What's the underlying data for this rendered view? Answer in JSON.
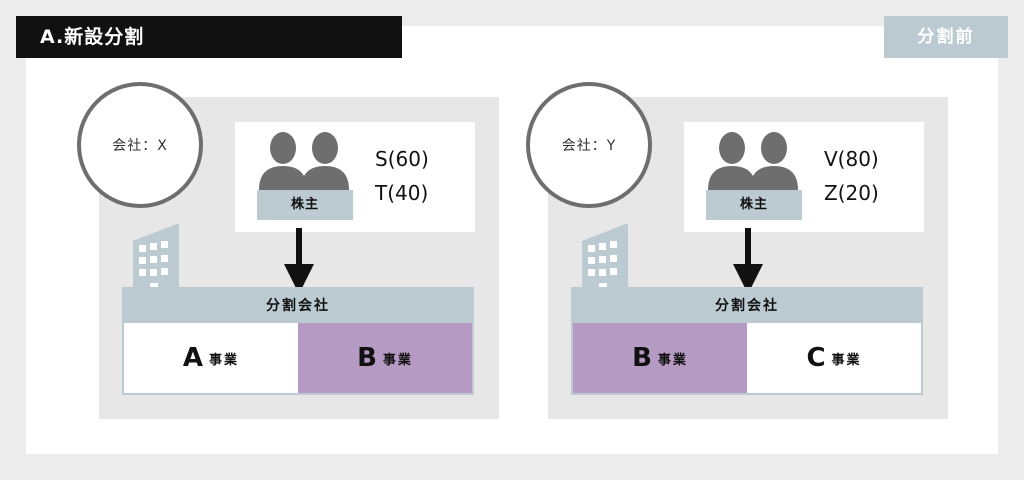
{
  "header": {
    "title": "A.新設分割",
    "tag": "分割前"
  },
  "colors": {
    "highlight": "#b59bc3",
    "accent_gray_blue": "#bccbd2",
    "title_bar": "#111111",
    "person_icon": "#6e6e6e"
  },
  "panels": [
    {
      "company_circle": "会社：X",
      "shareholder_label": "株主",
      "shareholders": [
        "S(60)",
        "T(40)"
      ],
      "company_label": "分割会社",
      "businesses": [
        {
          "letter": "A",
          "suffix": "事業",
          "highlight": false
        },
        {
          "letter": "B",
          "suffix": "事業",
          "highlight": true
        }
      ]
    },
    {
      "company_circle": "会社：Y",
      "shareholder_label": "株主",
      "shareholders": [
        "V(80)",
        "Z(20)"
      ],
      "company_label": "分割会社",
      "businesses": [
        {
          "letter": "B",
          "suffix": "事業",
          "highlight": true
        },
        {
          "letter": "C",
          "suffix": "事業",
          "highlight": false
        }
      ]
    }
  ]
}
